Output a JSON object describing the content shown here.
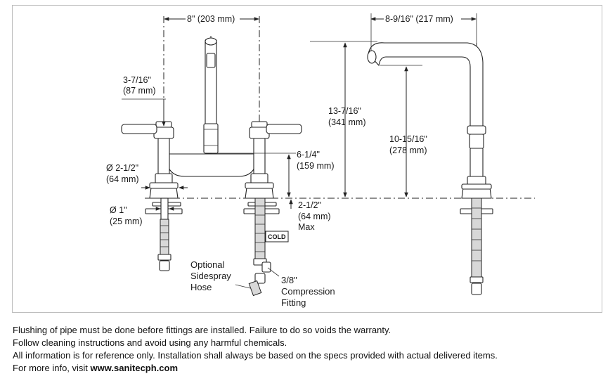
{
  "drawing": {
    "dimensions": {
      "top_spread": "8\" (203 mm)",
      "spout_reach": "8-9/16\" (217 mm)",
      "handle_height_in": "3-7/16\"",
      "handle_height_mm": "(87 mm)",
      "overall_height_in": "13-7/16\"",
      "overall_height_mm": "(341 mm)",
      "spout_height_in": "10-15/16\"",
      "spout_height_mm": "(278 mm)",
      "bridge_height_in": "6-1/4\"",
      "bridge_height_mm": "(159 mm)",
      "base_dia_in": "Ø 2-1/2\"",
      "base_dia_mm": "(64 mm)",
      "hole_dia_in": "Ø 1\"",
      "hole_dia_mm": "(25 mm)",
      "deck_in": "2-1/2\"",
      "deck_mm": "(64 mm)",
      "deck_max": "Max"
    },
    "labels": {
      "cold_badge": "COLD",
      "sidespray_line1": "Optional",
      "sidespray_line2": "Sidespray",
      "sidespray_line3": "Hose",
      "fitting_line1": "3/8\"",
      "fitting_line2": "Compression",
      "fitting_line3": "Fitting"
    }
  },
  "notes": {
    "line1": "Flushing of pipe must be done before fittings are installed. Failure to do so voids the warranty.",
    "line2": "Follow cleaning instructions and avoid using any harmful chemicals.",
    "line3": "All information is for reference only. Installation shall always be based on the specs provided with actual delivered items.",
    "line4_prefix": "For more info, visit ",
    "line4_link": "www.sanitecph.com"
  }
}
